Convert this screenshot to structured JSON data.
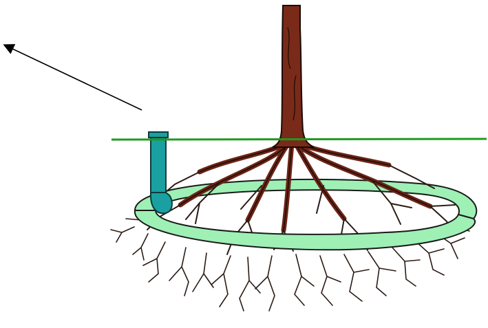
{
  "diagram": {
    "elements": [
      {
        "name": "arrow",
        "icon": "arrow-up-left-icon"
      },
      {
        "name": "ground-line"
      },
      {
        "name": "tree-trunk"
      },
      {
        "name": "root-system"
      },
      {
        "name": "irrigation-ring"
      },
      {
        "name": "riser-pipe"
      }
    ]
  },
  "colors": {
    "background": "#ffffff",
    "ground_line": "#1f9a1f",
    "trunk": "#7a2a18",
    "trunk_outline": "#1a0a06",
    "roots_main": "#6b2416",
    "roots_fine": "#2a1a14",
    "ring_fill": "#9ef0b4",
    "ring_outline": "#1a1a1a",
    "riser_fill": "#1aa0a0",
    "riser_outline": "#0d3a3a",
    "arrow": "#000000"
  }
}
